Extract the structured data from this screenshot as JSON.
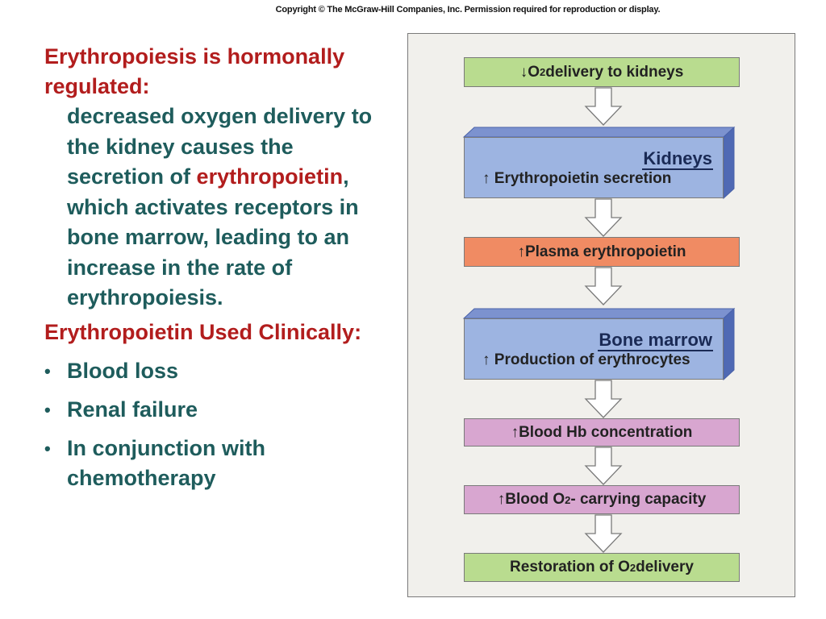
{
  "copyright": "Copyright © The McGraw-Hill Companies, Inc. Permission required for reproduction or display.",
  "left": {
    "heading": "Erythropoiesis is hormonally regulated:",
    "body_part1": "decreased oxygen delivery to the kidney causes the secretion of ",
    "body_highlight": "erythropoietin",
    "body_part2": ", which activates receptors in bone marrow, leading to an increase in the rate of erythropoiesis.",
    "heading2": "Erythropoietin Used Clinically:",
    "bullets": [
      "Blood loss",
      "Renal failure",
      "In conjunction with chemotherapy"
    ]
  },
  "flowchart": {
    "step1": {
      "arrow": "↓",
      "pre": "O",
      "sub": "2",
      "post": " delivery to kidneys"
    },
    "kidneys": {
      "title": "Kidneys",
      "arrow": "↑",
      "text": " Erythropoietin secretion"
    },
    "step3": {
      "arrow": "↑",
      "text": " Plasma erythropoietin"
    },
    "marrow": {
      "title": "Bone marrow",
      "arrow": "↑",
      "text": " Production of erythrocytes"
    },
    "step5": {
      "arrow": "↑",
      "text": " Blood Hb concentration"
    },
    "step6": {
      "arrow": "↑",
      "pre": " Blood O",
      "sub": "2",
      "post": " - carrying capacity"
    },
    "step7": {
      "pre": "Restoration of O",
      "sub": "2",
      "post": " delivery"
    }
  },
  "colors": {
    "heading": "#b21d1d",
    "body": "#1e5c5c",
    "green_box": "#b9dc8f",
    "orange_box": "#f08b63",
    "pink_box": "#d8a6d0",
    "blue_box": "#9db4e1"
  }
}
